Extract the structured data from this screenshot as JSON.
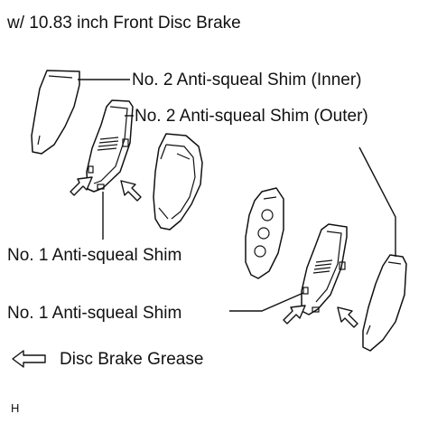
{
  "title": "w/ 10.83 inch Front Disc Brake",
  "labels": {
    "shim2_inner": "No. 2 Anti-squeal Shim (Inner)",
    "shim2_outer": "No. 2 Anti-squeal Shim (Outer)",
    "shim1_upper": "No. 1 Anti-squeal Shim",
    "shim1_lower": "No. 1 Anti-squeal Shim"
  },
  "legend": {
    "icon": "hollow-arrow-left-icon",
    "text": "Disc Brake Grease"
  },
  "code": "H"
}
